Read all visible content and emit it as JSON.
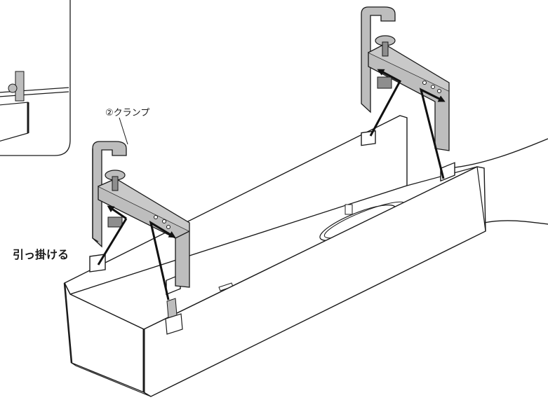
{
  "labels": {
    "clamp": "②クランプ",
    "hook": "引っ掛ける"
  },
  "colors": {
    "outline": "#1a1a1a",
    "clamp_fill": "#bdbdbd",
    "clamp_dark": "#8e8e8e",
    "tray_fill": "#ffffff",
    "arrow": "#111111"
  },
  "icons": {
    "clamp": "c-clamp-bracket",
    "tray": "cable-tray",
    "arrow": "hook-arrow"
  }
}
